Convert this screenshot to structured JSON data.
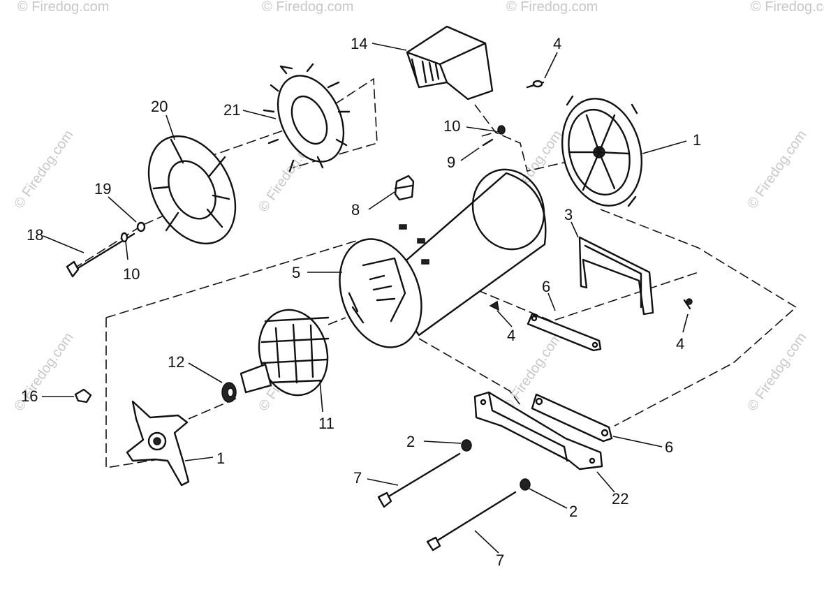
{
  "watermark": "© Firedog.com",
  "callouts": {
    "p14": "14",
    "p4_top": "4",
    "p20": "20",
    "p21": "21",
    "p10_top": "10",
    "p1_right": "1",
    "p9": "9",
    "p19": "19",
    "p8": "8",
    "p18": "18",
    "p10_left": "10",
    "p3": "3",
    "p5": "5",
    "p6_mid": "6",
    "p4_mid": "4",
    "p4_right": "4",
    "p12": "12",
    "p16": "16",
    "p11": "11",
    "p1_left": "1",
    "p2_top": "2",
    "p6_bottom": "6",
    "p7_left": "7",
    "p22": "22",
    "p2_bottom": "2",
    "p7_bottom": "7"
  }
}
